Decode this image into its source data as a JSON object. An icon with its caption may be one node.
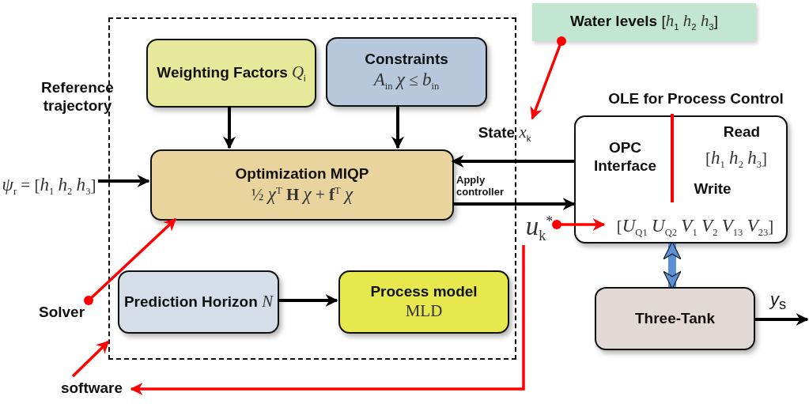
{
  "diagram": {
    "nodes": [
      {
        "text": [],
        "shape": "box"
      },
      {
        "text": [
          "**Weighting Factors** *Q*$_{i}$"
        ],
        "in": 0
      },
      {
        "text": [
          "**Constraints**",
          "*A*$_{in}$ *χ* ≤ *b*$_{in}$"
        ],
        "in": 0
      },
      {
        "text": [
          "**Optimization MIQP**",
          "½ *χ*$^{T}$ **H** *χ* + **f**$^{T}$ *χ*"
        ],
        "in": 0
      },
      {
        "text": [
          "**Prediction Horizon** *N*"
        ],
        "in": 0
      },
      {
        "text": [
          "**Process model**",
          "MLD"
        ],
        "in": 0
      },
      {
        "text": [
          "**Reference trajectory**",
          "*ψ*$_{r}$ = [*h*$_{1}$ *h*$_{2}$ *h*$_{3}$]"
        ]
      },
      {
        "text": [
          "**Water levels** [*h*$_{1}$ *h*$_{2}$ *h*$_{3}$]"
        ]
      },
      {
        "text": [
          "**State** *x*$_{k}$"
        ]
      },
      {
        "text": [
          "**OLE for Process Control**",
          "**OPC Interface**",
          "**Read**",
          "[*h*$_{1}$ *h*$_{2}$ *h*$_{3}$]",
          "**Write**"
        ]
      },
      {
        "text": [
          "[*U*$_{Q1}$ *U*$_{Q2}$ *V*$_{1}$ *V*$_{2}$ *V*$_{13}$ *V*$_{23}$]"
        ],
        "in": 9
      },
      {
        "text": [
          "*u*$_{k}$$^{*}$"
        ]
      },
      {
        "text": [
          "**software**"
        ]
      },
      {
        "text": [
          "**Solver**"
        ]
      },
      {
        "text": [
          "**Three-Tank**"
        ]
      }
    ],
    "edges": [
      {
        "from": 1,
        "to": 3,
        "arrow": "to"
      },
      {
        "from": 2,
        "to": 3,
        "arrow": "to"
      },
      {
        "from": 6,
        "to": 3,
        "arrow": "to"
      },
      {
        "from": 9,
        "to": 3,
        "arrow": "to"
      },
      {
        "from": 3,
        "to": 9,
        "arrow": "to",
        "label": "Apply controller"
      },
      {
        "from": 4,
        "to": 5,
        "arrow": "to"
      },
      {
        "from": 7,
        "to": 8,
        "arrow": "to",
        "color": "#ff0000"
      },
      {
        "from": 11,
        "to": 10,
        "arrow": "to",
        "color": "#ff0000"
      },
      {
        "from": 13,
        "to": 3,
        "arrow": "to",
        "color": "#ff0000"
      },
      {
        "from": 12,
        "to": 0,
        "arrow": "to",
        "color": "#ff0000"
      },
      {
        "from": 11,
        "to": 12,
        "arrow": "to",
        "color": "#ff0000"
      },
      {
        "from": 9,
        "to": 14,
        "arrow": "both",
        "style": "thick",
        "color": "#5b8fd6"
      },
      {
        "from": 14,
        "to": null,
        "arrow": "to",
        "label": "*y*$_{s}$"
      }
    ]
  }
}
